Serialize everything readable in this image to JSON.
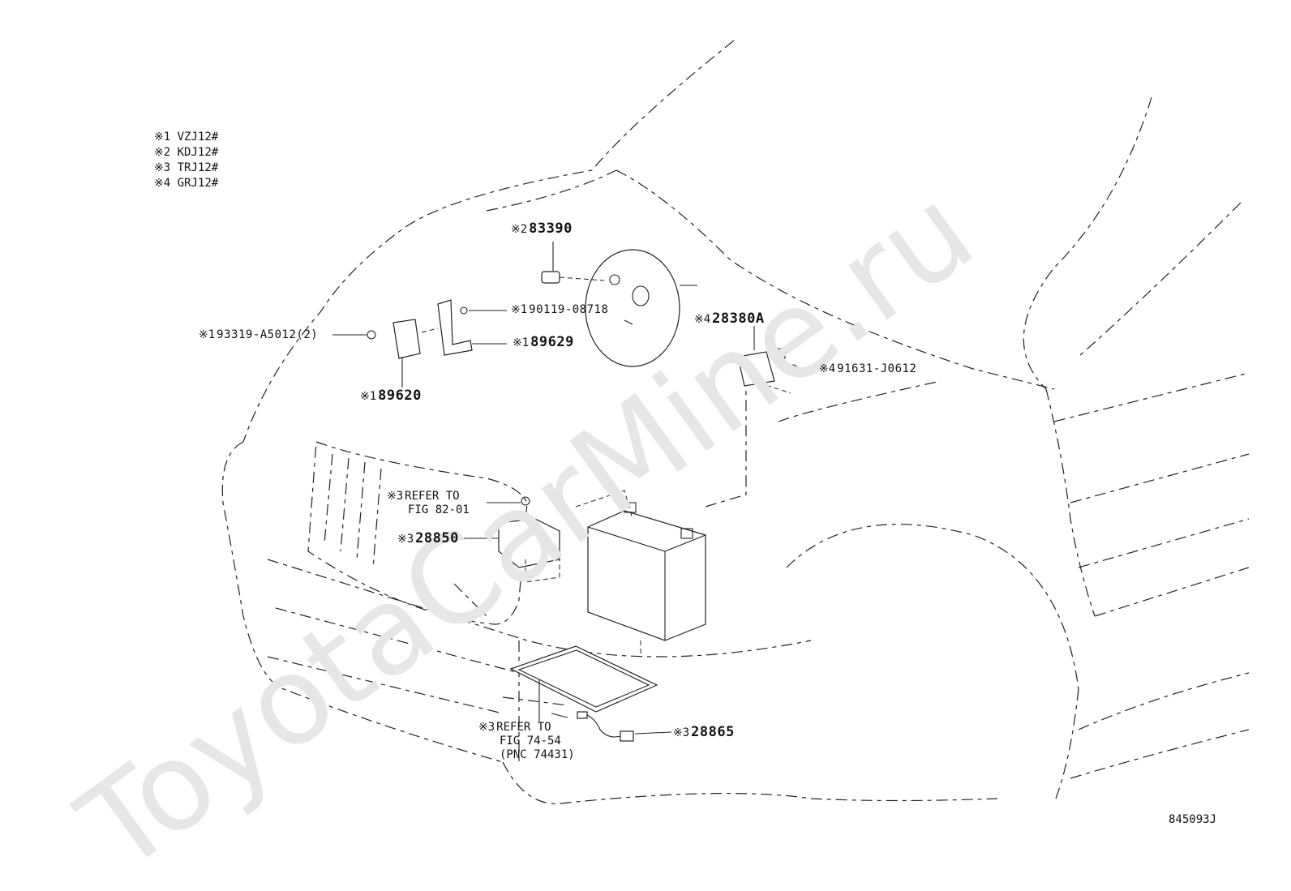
{
  "watermark": "ToyotaCarMine.ru",
  "legend": [
    {
      "mark": "※1",
      "model": "VZJ12#"
    },
    {
      "mark": "※2",
      "model": "KDJ12#"
    },
    {
      "mark": "※3",
      "model": "TRJ12#"
    },
    {
      "mark": "※4",
      "model": "GRJ12#"
    }
  ],
  "callouts": {
    "p83390": {
      "mark": "※2",
      "part": "83390"
    },
    "p90119": {
      "mark": "※1",
      "part": "90119-08718"
    },
    "p89629": {
      "mark": "※1",
      "part": "89629"
    },
    "p93319": {
      "mark": "※1",
      "part": "93319-A5012(2)"
    },
    "p89620": {
      "mark": "※1",
      "part": "89620"
    },
    "p28380A": {
      "mark": "※4",
      "part": "28380A"
    },
    "p91631": {
      "mark": "※4",
      "part": "91631-J0612"
    },
    "ref8201": {
      "mark": "※3",
      "line1": "REFER TO",
      "line2": "FIG 82-01"
    },
    "p28850": {
      "mark": "※3",
      "part": "28850"
    },
    "ref7454": {
      "mark": "※3",
      "line1": "REFER TO",
      "line2": "FIG 74-54",
      "line3": "(PNC 74431)"
    },
    "p28865": {
      "mark": "※3",
      "part": "28865"
    }
  },
  "diagram_code": "845093J"
}
